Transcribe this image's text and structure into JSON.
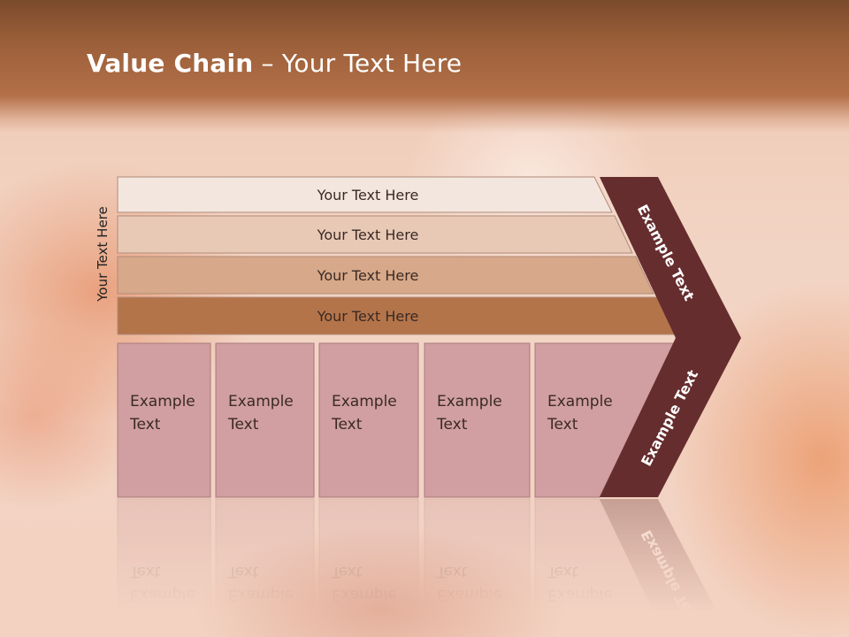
{
  "title": {
    "bold": "Value Chain",
    "rest": " – Your Text Here"
  },
  "side_label": "Your Text Here",
  "bars": [
    {
      "label": "Your Text Here",
      "fill": "#f3e6de"
    },
    {
      "label": "Your Text Here",
      "fill": "#e8c9b6"
    },
    {
      "label": "Your Text Here",
      "fill": "#d7a889"
    },
    {
      "label": "Your Text Here",
      "fill": "#b4744a"
    }
  ],
  "cells": [
    {
      "line1": "Example",
      "line2": "Text"
    },
    {
      "line1": "Example",
      "line2": "Text"
    },
    {
      "line1": "Example",
      "line2": "Text"
    },
    {
      "line1": "Example",
      "line2": "Text"
    },
    {
      "line1": "Example",
      "line2": "Text"
    }
  ],
  "arrow": {
    "top_label": "Example Text",
    "bottom_label": "Example Text",
    "fill": "#662d2e"
  },
  "colors": {
    "cell_fill": "#d19fa1",
    "cell_stroke": "#a97a7c",
    "header": "#a8653f"
  }
}
